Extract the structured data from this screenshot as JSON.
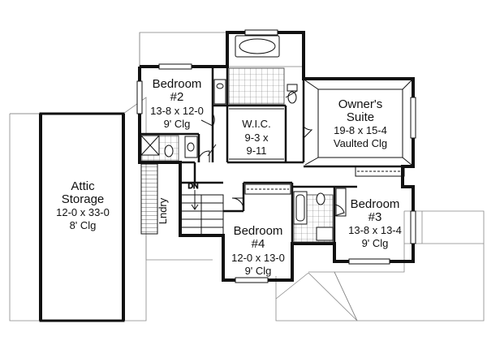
{
  "rooms": {
    "bedroom2": {
      "name1": "Bedroom",
      "name2": "#2",
      "dims": "13-8 x 12-0",
      "clg": "9' Clg"
    },
    "owners_suite": {
      "name1": "Owner's",
      "name2": "Suite",
      "dims": "19-8 x 15-4",
      "clg": "Vaulted Clg"
    },
    "wic": {
      "name": "W.I.C.",
      "dim1": "9-3 x",
      "dim2": "9-11"
    },
    "attic": {
      "name1": "Attic",
      "name2": "Storage",
      "dims": "12-0 x 33-0",
      "clg": "8' Clg"
    },
    "laundry": {
      "name": "Lndry"
    },
    "stair": {
      "label": "DN"
    },
    "bedroom3": {
      "name1": "Bedroom",
      "name2": "#3",
      "dims": "13-8 x 13-4",
      "clg": "9' Clg"
    },
    "bedroom4": {
      "name1": "Bedroom",
      "name2": "#4",
      "dims": "12-0 x 13-0",
      "clg": "9' Clg"
    }
  }
}
